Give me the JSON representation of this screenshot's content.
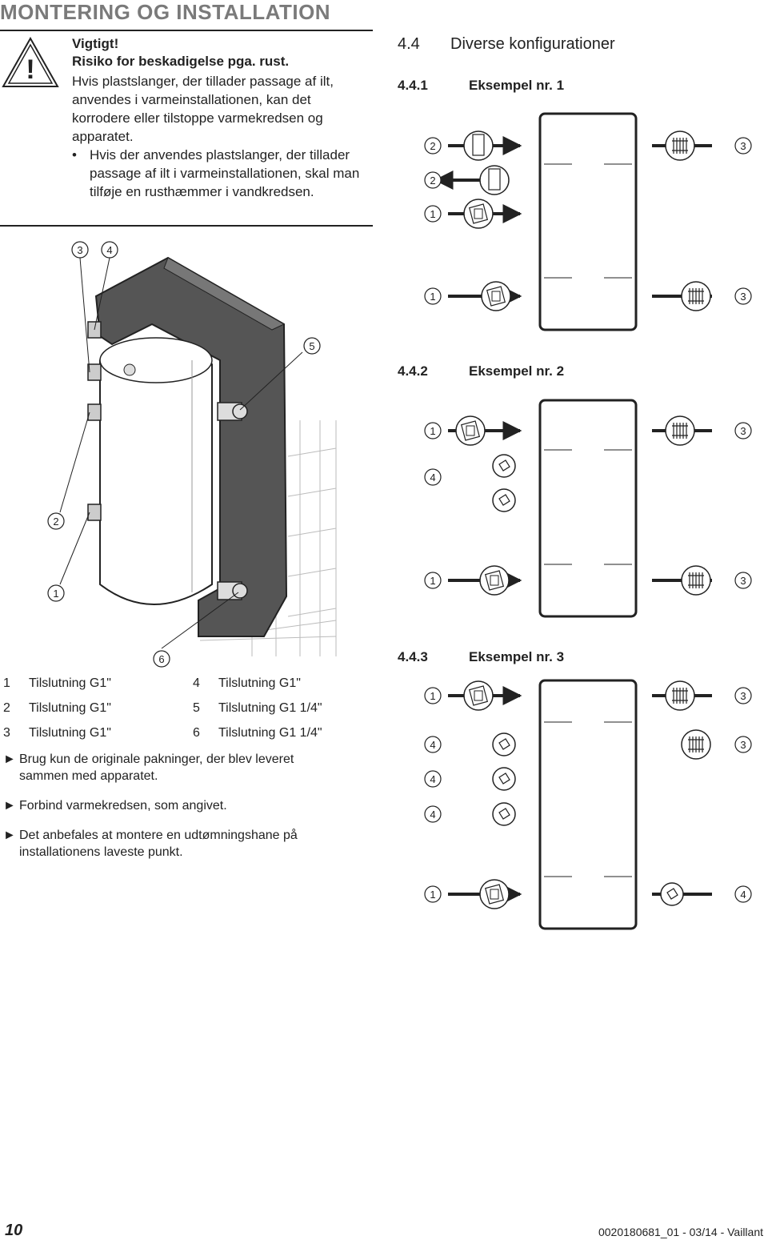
{
  "header": {
    "title": "MONTERING OG INSTALLATION"
  },
  "warning": {
    "icon": "warning-triangle-icon",
    "title_line1": "Vigtigt!",
    "title_line2": "Risiko for beskadigelse pga. rust.",
    "body": "Hvis plastslanger, der tillader passage af ilt, anvendes i varmeinstallationen, kan det korrodere eller tilstoppe varmekredsen og apparatet.",
    "bullet": "Hvis der anvendes plastslanger, der tillader passage af ilt i varmeinstallationen, skal man tilføje en rusthæmmer i vandkredsen."
  },
  "figure_callouts": [
    "1",
    "2",
    "3",
    "4",
    "5",
    "6"
  ],
  "legend": [
    {
      "num": "1",
      "text": "Tilslutning G1\""
    },
    {
      "num": "2",
      "text": "Tilslutning G1\""
    },
    {
      "num": "3",
      "text": "Tilslutning G1\""
    },
    {
      "num": "4",
      "text": "Tilslutning G1\""
    },
    {
      "num": "5",
      "text": "Tilslutning G1 1/4\""
    },
    {
      "num": "6",
      "text": "Tilslutning G1 1/4\""
    }
  ],
  "instructions": [
    "Brug kun de originale pakninger, der blev leveret sammen med apparatet.",
    "Forbind varmekredsen, som angivet.",
    "Det anbefales at montere en udtømningshane på installationens laveste punkt."
  ],
  "section": {
    "number": "4.4",
    "title": "Diverse konfigurationer"
  },
  "examples": [
    {
      "number": "4.4.1",
      "title": "Eksempel nr. 1"
    },
    {
      "number": "4.4.2",
      "title": "Eksempel nr. 2"
    },
    {
      "number": "4.4.3",
      "title": "Eksempel nr. 3"
    }
  ],
  "footer": {
    "page": "10",
    "ref": "0020180681_01 - 03/14 - Vaillant"
  }
}
